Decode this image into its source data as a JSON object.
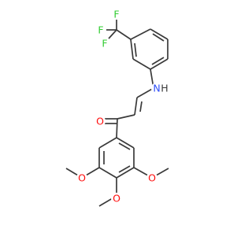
{
  "molecule": {
    "atom_labels": {
      "F1": "F",
      "F2": "F",
      "F3": "F",
      "N": "N",
      "H": "H",
      "O_carbonyl": "O",
      "O_meo_left": "O",
      "O_meo_bottom": "O",
      "O_meo_right": "O"
    },
    "colors": {
      "bond": "#3a3a3a",
      "carbon": "#3a3a3a",
      "fluorine": "#33cc33",
      "nitrogen": "#3050f8",
      "hydrogen": "#3a3a3a",
      "oxygen": "#ff0d0d"
    }
  }
}
